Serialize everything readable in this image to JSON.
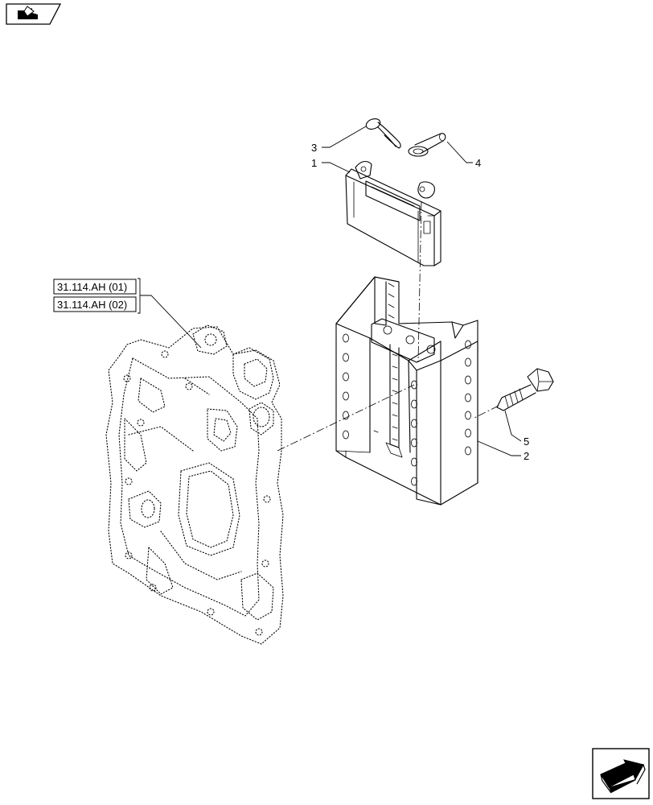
{
  "icons": {
    "top_left": "back-arrow-icon",
    "bottom_right": "next-page-arrow-icon"
  },
  "references": [
    {
      "label": "31.114.AH (01)"
    },
    {
      "label": "31.114.AH (02)"
    }
  ],
  "callouts": [
    {
      "number": "1",
      "part": "hitch-bracket"
    },
    {
      "number": "2",
      "part": "hitch-frame"
    },
    {
      "number": "3",
      "part": "spring-clip"
    },
    {
      "number": "4",
      "part": "pin"
    },
    {
      "number": "5",
      "part": "bolt"
    }
  ]
}
